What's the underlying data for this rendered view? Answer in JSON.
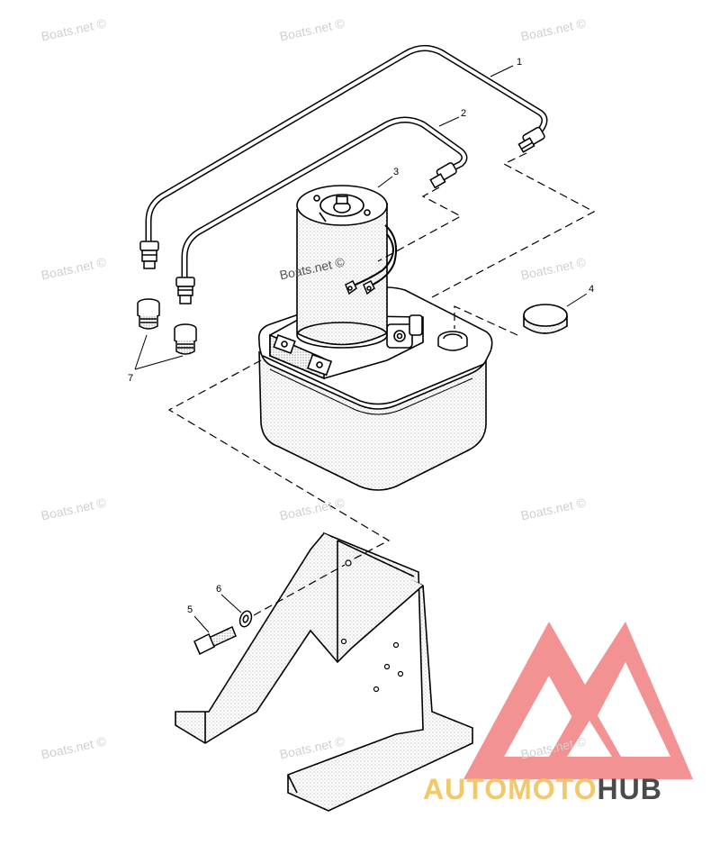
{
  "diagram": {
    "callouts": {
      "c1": "1",
      "c2": "2",
      "c3": "3",
      "c4": "4",
      "c5": "5",
      "c6": "6",
      "c7": "7"
    },
    "watermark_text": "Boats.net ©",
    "brand": {
      "part1": "AUTOMOTO",
      "part2": "HUB",
      "logo_color": "#f08080",
      "accent_color": "#f2c86a",
      "dark_color": "#4a4a4a"
    }
  }
}
